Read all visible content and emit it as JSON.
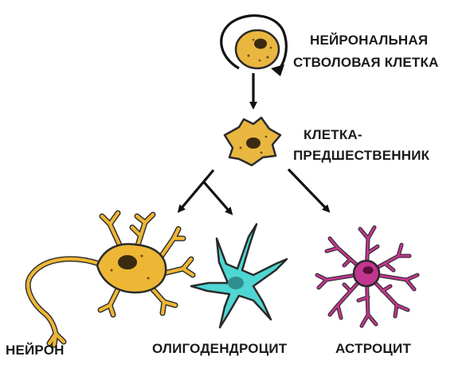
{
  "labels": {
    "stem_cell": [
      "НЕЙРОНАЛЬНАЯ",
      "СТВОЛОВАЯ КЛЕТКА"
    ],
    "progenitor": [
      "КЛЕТКА-",
      "ПРЕДШЕСТВЕННИК"
    ],
    "neuron": "НЕЙРОН",
    "oligodendrocyte": "ОЛИГОДЕНДРОЦИТ",
    "astrocyte": "АСТРОЦИТ"
  },
  "colors": {
    "stem_fill": "#E9B640",
    "neuron_fill": "#EDB634",
    "oligo_fill": "#4FD6D3",
    "astro_fill": "#C2368F",
    "outline": "#2a2a2a",
    "arrow": "#111111"
  },
  "icons": [
    "cycle-arrow-icon",
    "down-arrow-icon",
    "branch-arrow-icon"
  ]
}
